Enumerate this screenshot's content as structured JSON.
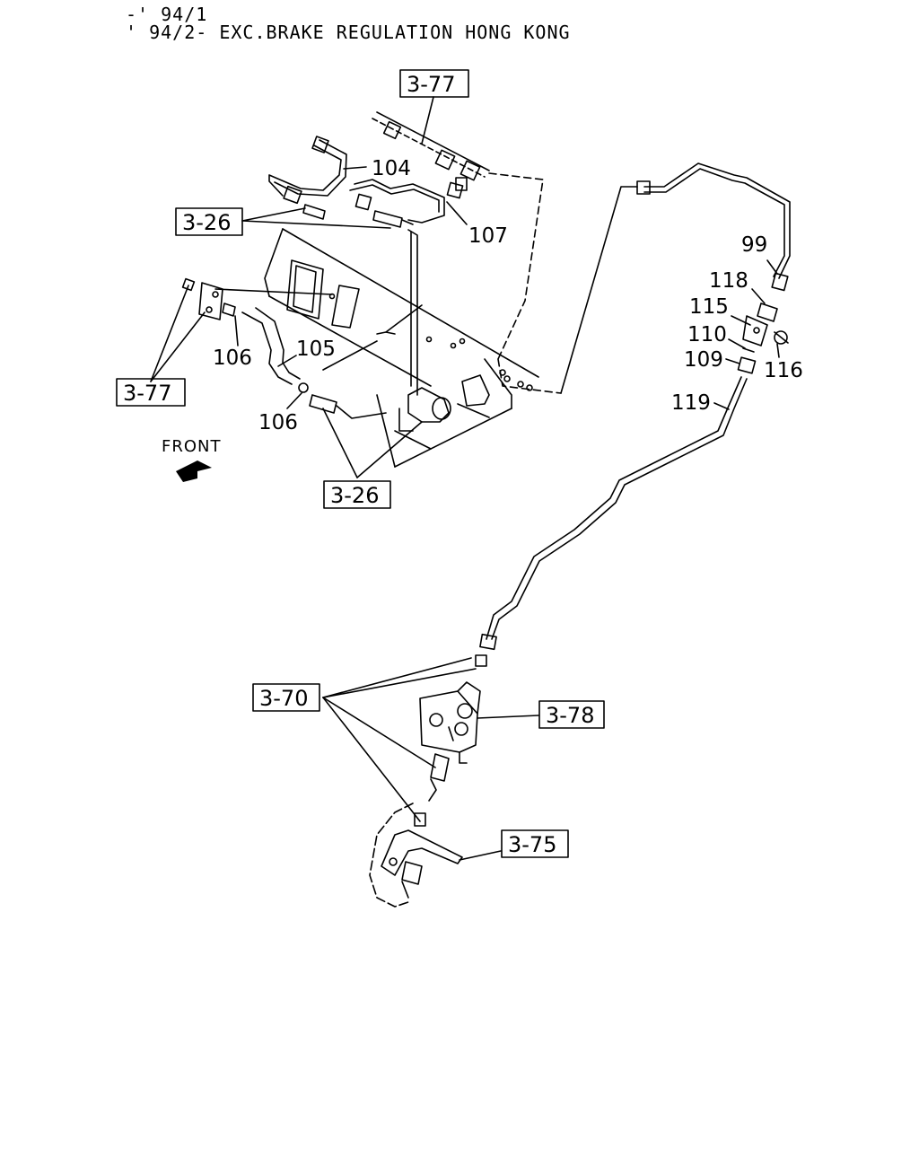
{
  "header": {
    "line1": "-' 94/1",
    "line2": "' 94/2- EXC.BRAKE REGULATION HONG KONG"
  },
  "front_label": "FRONT",
  "callouts": {
    "c99": "99",
    "c104": "104",
    "c105": "105",
    "c106a": "106",
    "c106b": "106",
    "c107": "107",
    "c109": "109",
    "c110": "110",
    "c115": "115",
    "c116": "116",
    "c118": "118",
    "c119": "119"
  },
  "refs": {
    "r377top": "3-77",
    "r326top": "3-26",
    "r377left": "3-77",
    "r326bottom": "3-26",
    "r370": "3-70",
    "r378": "3-78",
    "r375": "3-75"
  }
}
